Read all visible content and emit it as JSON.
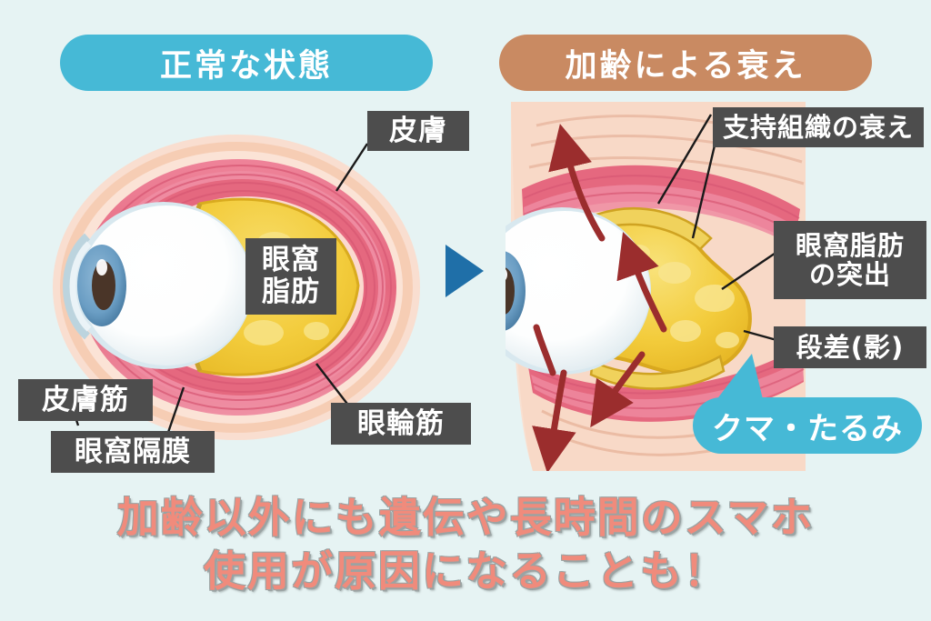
{
  "background_color": "#e6f3f3",
  "header": {
    "left_pill": {
      "label": "正常な状態",
      "color": "#46b9d6"
    },
    "right_pill": {
      "label": "加齢による衰え",
      "color": "#c98a62"
    }
  },
  "transition_arrow": {
    "icon": "play-triangle-icon",
    "color": "#1f6fa8",
    "direction": "right"
  },
  "normal_diagram": {
    "title": "正常な状態",
    "labels": [
      {
        "key": "skin",
        "text": "皮膚"
      },
      {
        "key": "orbital_fat",
        "text": "眼窩\n脂肪"
      },
      {
        "key": "skin_muscle",
        "text": "皮膚筋"
      },
      {
        "key": "orbital_septum",
        "text": "眼窩隔膜"
      },
      {
        "key": "orbicularis",
        "text": "眼輪筋"
      }
    ],
    "colors": {
      "skin": "#f6cdb4",
      "muscle": "#e8748c",
      "fat": "#f2cb3d",
      "eyeball": "#ffffff",
      "iris": "#6b9ec4",
      "pupil": "#4a3528",
      "septum": "#c8a22a"
    }
  },
  "aged_diagram": {
    "title": "加齢による衰え",
    "labels": [
      {
        "key": "support_weakening",
        "text": "支持組織の衰え"
      },
      {
        "key": "fat_protrusion",
        "text": "眼窩脂肪\nの突出"
      },
      {
        "key": "step_shadow",
        "text": "段差(影)"
      }
    ],
    "bubble": {
      "text": "クマ・たるみ",
      "color": "#46b9d6"
    },
    "arrow_color": "#9b2d2d",
    "colors": {
      "skin": "#f6cdb4",
      "muscle": "#e8748c",
      "fat": "#f2cb3d",
      "eyeball": "#ffffff",
      "iris": "#6b9ec4",
      "pupil": "#4a3528"
    }
  },
  "label_box": {
    "background": "#4d4d4d",
    "text_color": "#ffffff"
  },
  "caption": {
    "text": "加齢以外にも遺伝や長時間のスマホ\n使用が原因になることも！",
    "color": "#f08b7c",
    "outline_color": "#9aa3a3"
  }
}
